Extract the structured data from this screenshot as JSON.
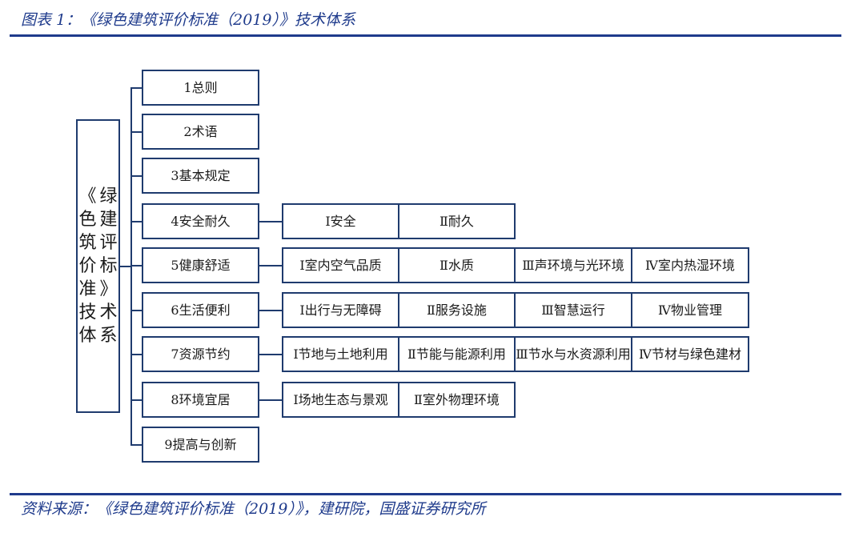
{
  "header": {
    "caption": "图表 1：《绿色建筑评价标准（2019）》技术体系",
    "source": "资料来源：《绿色建筑评价标准（2019）》，建研院，国盛证券研究所"
  },
  "diagram": {
    "root": "《绿色建筑评价标准》技术体系",
    "chapters": [
      {
        "label": "1总则",
        "subs": []
      },
      {
        "label": "2术语",
        "subs": []
      },
      {
        "label": "3基本规定",
        "subs": []
      },
      {
        "label": "4安全耐久",
        "subs": [
          "Ⅰ安全",
          "Ⅱ耐久"
        ]
      },
      {
        "label": "5健康舒适",
        "subs": [
          "Ⅰ室内空气品质",
          "Ⅱ水质",
          "Ⅲ声环境与光环境",
          "Ⅳ室内热湿环境"
        ]
      },
      {
        "label": "6生活便利",
        "subs": [
          "Ⅰ出行与无障碍",
          "Ⅱ服务设施",
          "Ⅲ智慧运行",
          "Ⅳ物业管理"
        ]
      },
      {
        "label": "7资源节约",
        "subs": [
          "Ⅰ节地与土地利用",
          "Ⅱ节能与能源利用",
          "Ⅲ节水与水资源利用",
          "Ⅳ节材与绿色建材"
        ]
      },
      {
        "label": "8环境宜居",
        "subs": [
          "Ⅰ场地生态与景观",
          "Ⅱ室外物理环境"
        ]
      },
      {
        "label": "9提高与创新",
        "subs": []
      }
    ]
  }
}
